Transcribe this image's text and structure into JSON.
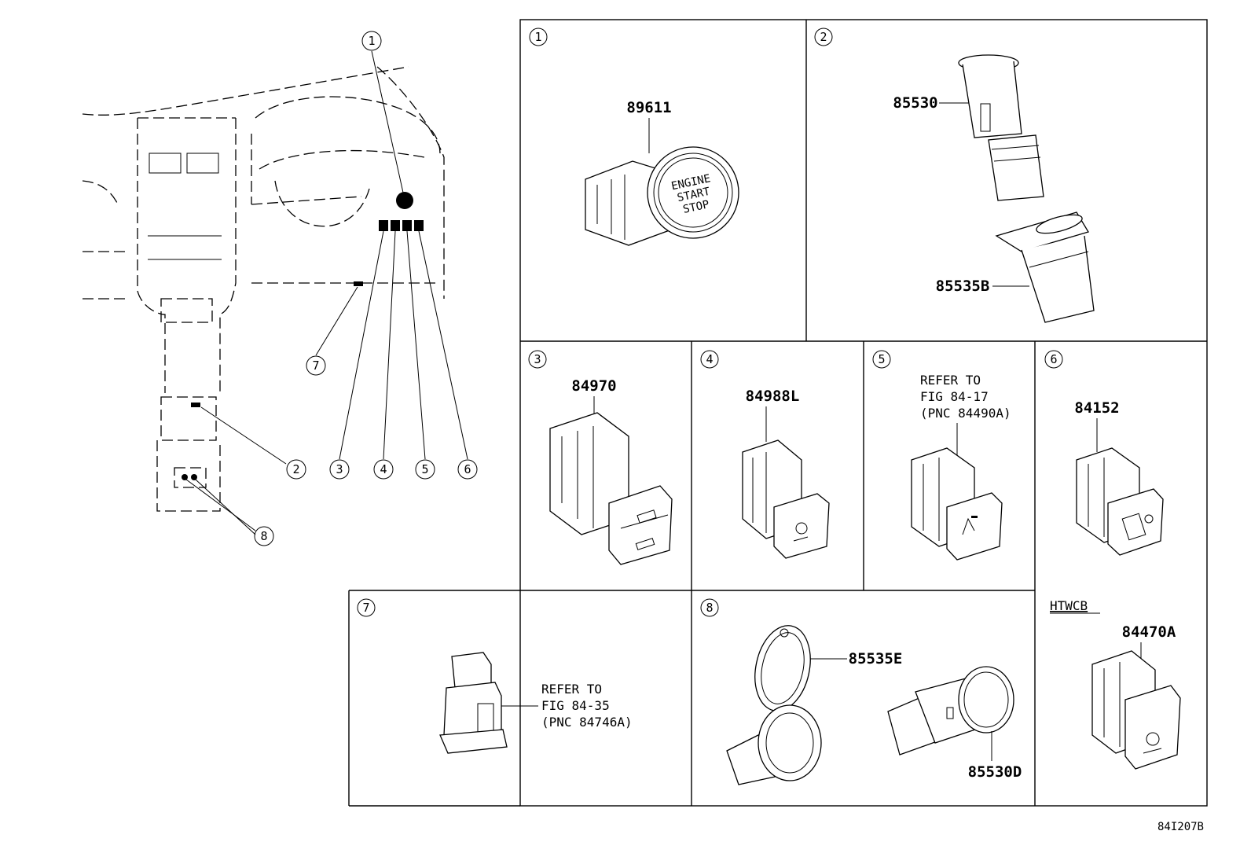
{
  "diagram": {
    "callouts": [
      "1",
      "2",
      "3",
      "4",
      "5",
      "6",
      "7",
      "8"
    ],
    "panels": {
      "p1": {
        "num": "1",
        "part": "89611",
        "button_text": [
          "ENGINE",
          "START",
          "STOP"
        ]
      },
      "p2": {
        "num": "2",
        "part_top": "85530",
        "part_bottom": "85535B"
      },
      "p3": {
        "num": "3",
        "part": "84970"
      },
      "p4": {
        "num": "4",
        "part": "84988L"
      },
      "p5": {
        "num": "5",
        "refer": [
          "REFER TO",
          "FIG 84-17",
          "(PNC 84490A)"
        ]
      },
      "p6": {
        "num": "6",
        "part": "84152"
      },
      "p6b": {
        "tag": "HTWCB",
        "part": "84470A"
      },
      "p7": {
        "num": "7",
        "refer": [
          "REFER TO",
          "FIG 84-35",
          "(PNC 84746A)"
        ]
      },
      "p8": {
        "num": "8",
        "part_left": "85535E",
        "part_right": "85530D"
      }
    },
    "figure_code": "84I207B"
  }
}
